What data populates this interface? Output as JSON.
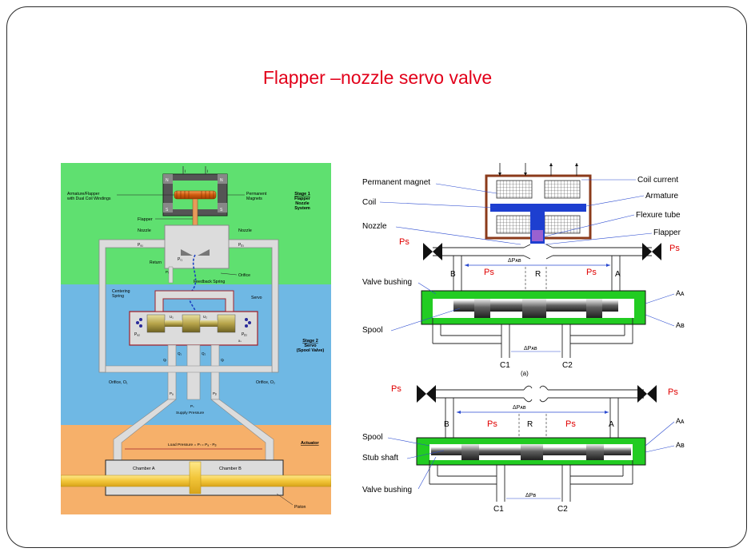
{
  "slide": {
    "title": "Flapper –nozzle servo valve"
  },
  "left_diagram": {
    "labels": {
      "i1": "i",
      "i2": "i",
      "n_top": "N",
      "s_top": "S",
      "n_bottom": "N",
      "s_bottom": "S",
      "armature": "Armature/Flapper\nwith Dual Coil Windings",
      "magnets": "Permanent\nMagnets",
      "stage1": "Stage 1\nFlapper\nNozzle\nSystem",
      "flapper": "Flapper",
      "nozzle_left": "Nozzle",
      "nozzle_right": "Nozzle",
      "p_a1": "Pₐ₁",
      "p_b1": "Pᵦ₁",
      "p_r": "Pᵣ₁",
      "orifice": "Orifice",
      "return": "Return",
      "p_r_small": "Pᵣ",
      "feedback_spring": "Feedback Spring",
      "centering_spring": "Centering\nSpring",
      "servo": "Servo",
      "x_s": "xₛ",
      "p_a2": "Pₐ₂",
      "p_b2": "Pᵦ₂",
      "u1": "U₁",
      "u2": "U₂",
      "q1": "Q₁",
      "q2": "Q₂",
      "q_l": "Qₗ",
      "stage2": "Stage 2\nServo\n(Spool Valve)",
      "orifice_o1": "Orifice, O₁",
      "orifice_o2": "Orifice, O₂",
      "p_a": "Pₐ",
      "p_b": "Pᵦ",
      "p_s": "Pₛ",
      "supply_pressure": "Supply Pressure",
      "load_pressure": "Load Pressure = Pₗ = Pₐ - Pᵦ",
      "actuator": "Actuator",
      "chamber_a": "Chamber A",
      "chamber_b": "Chamber B",
      "piston": "Piston"
    }
  },
  "right_diagram": {
    "labels": {
      "permanent_magnet": "Permanent magnet",
      "coil_current": "Coil current",
      "coil": "Coil",
      "armature": "Armature",
      "flexure_tube": "Flexure tube",
      "nozzle": "Nozzle",
      "flapper": "Flapper",
      "ps_top_left": "Ps",
      "ps_top_right": "Ps",
      "b_top": "B",
      "r_top": "R",
      "a_top": "A",
      "ps_inner_left": "Ps",
      "ps_inner_right": "Ps",
      "dp_ab_top": "ΔPᴀʙ",
      "valve_bushing_top": "Valve bushing",
      "aa_top": "Aᴀ",
      "ab_top": "Aʙ",
      "spool_top": "Spool",
      "c1_top": "C1",
      "c2_top": "C2",
      "dp_ab_mid": "ΔPᴀʙ",
      "caption_a": "(a)",
      "ps_bot_left": "Ps",
      "ps_bot_right": "Ps",
      "dp_ab_bot": "ΔPᴀʙ",
      "b_bot": "B",
      "r_bot": "R",
      "a_bot": "A",
      "ps_bot_inner_left": "Ps",
      "ps_bot_inner_right": "Ps",
      "spool_bot": "Spool",
      "stub_shaft": "Stub shaft",
      "valve_bushing_bot": "Valve bushing",
      "aa_bot": "Aᴀ",
      "ab_bot": "Aʙ",
      "c1_bot": "C1",
      "c2_bot": "C2",
      "dp_b_bot": "ΔPʙ"
    }
  }
}
